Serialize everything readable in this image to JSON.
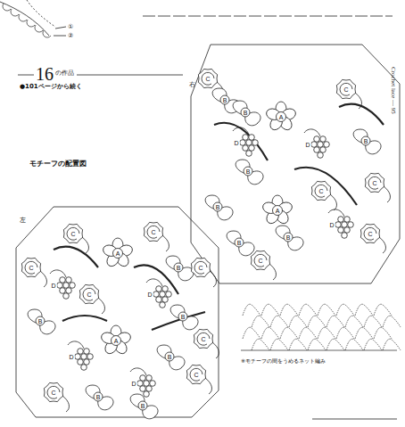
{
  "diagram": {
    "labels": [
      "①",
      "②",
      "16",
      "の作品",
      "●101ページから続く",
      "右",
      "C",
      "B",
      "B",
      "A",
      "C",
      "D",
      "B",
      "D",
      "B",
      "C",
      "B",
      "A",
      "D",
      "C",
      "B",
      "C",
      "B",
      "C",
      "モチーフの配置図",
      "左",
      "C",
      "A",
      "C",
      "D",
      "B",
      "C",
      "B",
      "D",
      "C",
      "B",
      "D",
      "A",
      "B",
      "C",
      "D",
      "C",
      "B",
      "C",
      "B",
      "C",
      "※モチーフの間をうめるネット編み",
      "Crochet lace — 95"
    ]
  }
}
